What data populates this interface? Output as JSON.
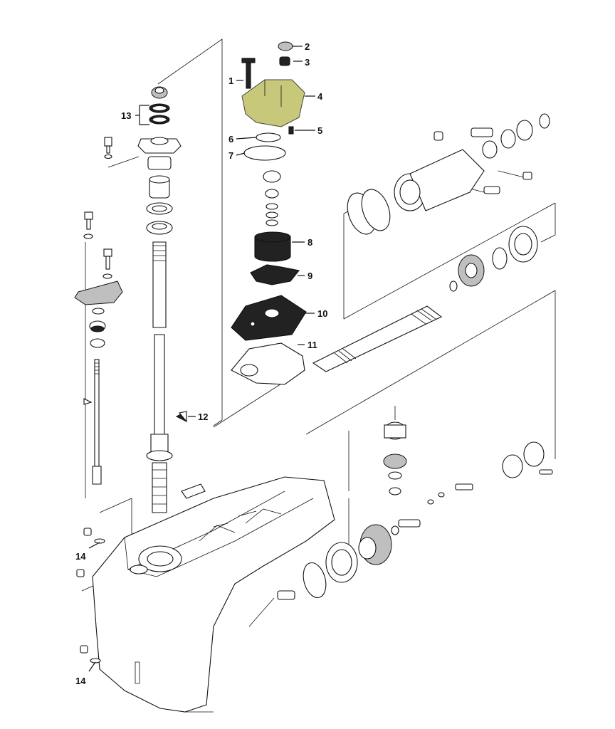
{
  "diagram": {
    "colors": {
      "line": "#111111",
      "background": "#ffffff",
      "highlight": "#c8c87a",
      "dark": "#222222"
    },
    "callouts": [
      {
        "id": "c1",
        "label": "1"
      },
      {
        "id": "c2",
        "label": "2"
      },
      {
        "id": "c3",
        "label": "3"
      },
      {
        "id": "c4",
        "label": "4"
      },
      {
        "id": "c5",
        "label": "5"
      },
      {
        "id": "c6",
        "label": "6"
      },
      {
        "id": "c7",
        "label": "7"
      },
      {
        "id": "c8",
        "label": "8"
      },
      {
        "id": "c9",
        "label": "9"
      },
      {
        "id": "c10",
        "label": "10"
      },
      {
        "id": "c11",
        "label": "11"
      },
      {
        "id": "c12",
        "label": "12"
      },
      {
        "id": "c13",
        "label": "13"
      },
      {
        "id": "c14a",
        "label": "14"
      },
      {
        "id": "c14b",
        "label": "14"
      }
    ]
  }
}
